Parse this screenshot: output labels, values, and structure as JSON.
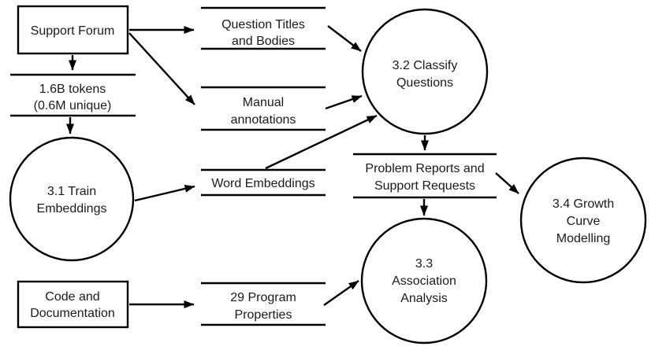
{
  "colors": {
    "background": "#ffffff",
    "line": "#000000",
    "text": "#1a1a1a"
  },
  "entities": {
    "support_forum": {
      "label": "Support Forum"
    },
    "code_docs": {
      "line1": "Code and",
      "line2": "Documentation"
    }
  },
  "stores": {
    "question_titles": {
      "line1": "Question Titles",
      "line2": "and Bodies"
    },
    "tokens": {
      "line1": "1.6B tokens",
      "line2": "(0.6M unique)"
    },
    "manual_annotations": {
      "line1": "Manual",
      "line2": "annotations"
    },
    "word_embeddings": {
      "label": "Word Embeddings"
    },
    "problem_reports": {
      "line1": "Problem Reports and",
      "line2": "Support Requests"
    },
    "program_properties": {
      "line1": "29 Program",
      "line2": "Properties"
    }
  },
  "processes": {
    "train_embeddings": {
      "line1": "3.1 Train",
      "line2": "Embeddings"
    },
    "classify_questions": {
      "line1": "3.2 Classify",
      "line2": "Questions"
    },
    "association_analysis": {
      "line1": "3.3",
      "line2": "Association",
      "line3": "Analysis"
    },
    "growth_curve": {
      "line1": "3.4 Growth",
      "line2": "Curve",
      "line3": "Modelling"
    }
  }
}
